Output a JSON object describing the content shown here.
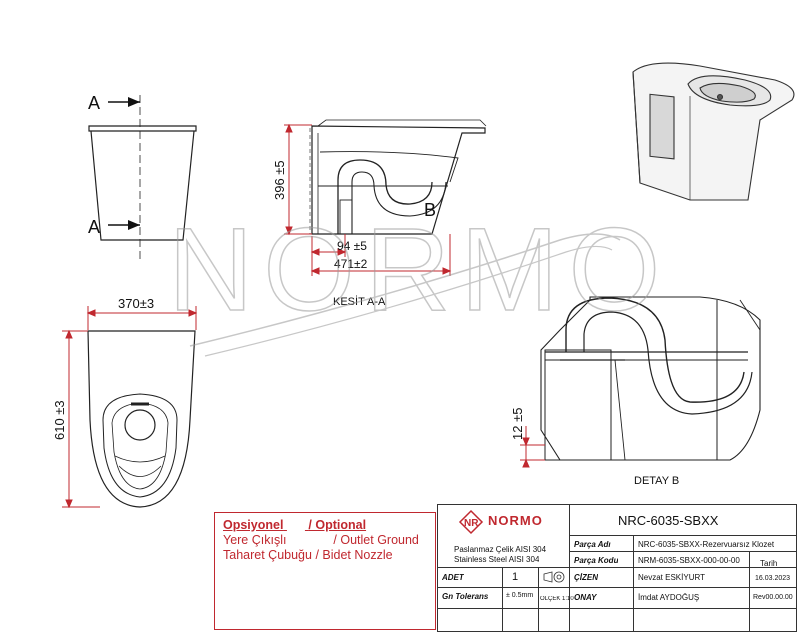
{
  "views": {
    "section_arrow_top": "A",
    "section_arrow_bottom": "A",
    "dim_top_width": "370±3",
    "dim_plan_length": "610 ±3",
    "dim_height": "396 ±5",
    "dim_outlet": "94 ±5",
    "dim_depth": "471±2",
    "label_b": "B",
    "section_caption": "KESİT A-A",
    "detail_dim": "12 ±5",
    "detail_caption": "DETAY B",
    "watermark": "NORMO"
  },
  "options": {
    "header_tr": "Opsiyonel",
    "header_en": "/ Optional",
    "rows": [
      {
        "tr": "Yere Çıkışlı",
        "en": "/ Outlet Ground"
      },
      {
        "tr": "Taharet Çubuğu",
        "en": "/ Bidet Nozzle"
      }
    ]
  },
  "title_block": {
    "logo_text": "NORMO",
    "material_tr": "Paslanmaz Çelik AISI 304",
    "material_en": "Stainless Steel AISI 304",
    "drawing_no": "NRC-6035-SBXX",
    "part_name_label": "Parça Adı",
    "part_name": "NRC-6035-SBXX-Rezervuarsız Klozet",
    "part_code_label": "Parça Kodu",
    "part_code": "NRM-6035-SBXX-000-00-00",
    "date_label": "Tarih",
    "quantity_label": "ADET",
    "quantity": "1",
    "drawn_label": "ÇİZEN",
    "drawn_by": "Nevzat ESKİYURT",
    "date": "16.03.2023",
    "tolerance_label": "Gn Tolerans",
    "tolerance": "± 0.5mm",
    "scale": "ÖLÇEK 1:10",
    "approved_label": "ONAY",
    "approved_by": "İmdat AYDOĞUŞ",
    "revision": "Rev00.00.00"
  },
  "colors": {
    "dimension": "#c0282f",
    "line": "#111111",
    "watermark": "#9a9a9a"
  }
}
